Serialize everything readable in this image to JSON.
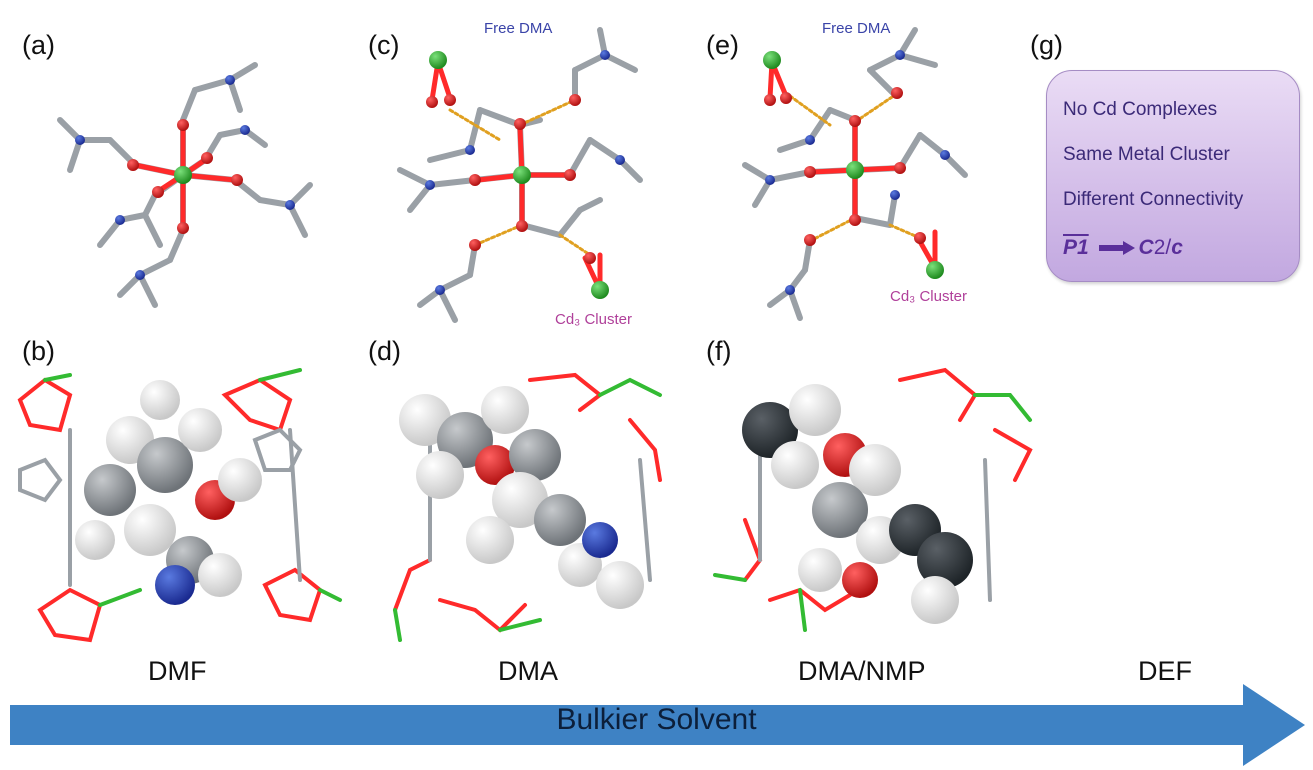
{
  "panels": {
    "a": "(a)",
    "b": "(b)",
    "c": "(c)",
    "d": "(d)",
    "e": "(e)",
    "f": "(f)",
    "g": "(g)"
  },
  "annotations": {
    "free_dma_c": "Free DMA",
    "free_dma_e": "Free DMA",
    "cd3_cluster_c": "Cd₃ Cluster",
    "cd3_cluster_e": "Cd₃ Cluster"
  },
  "solvents": [
    "DMF",
    "DMA",
    "DMA/NMP",
    "DEF"
  ],
  "summary_box": {
    "lines": [
      "No Cd Complexes",
      "Same Metal Cluster",
      "Different Connectivity"
    ],
    "space_group_from": "P1",
    "space_group_to_prefix": "C",
    "space_group_to_number": "2/",
    "space_group_to_suffix": "c"
  },
  "arrow_label": "Bulkier Solvent",
  "colors": {
    "arrow": "#3e82c4",
    "free_dma": "#3a44a8",
    "cd3_cluster": "#b0409a",
    "box_text": "#3b2a78",
    "box_fill": "#d6c3ea",
    "cd_atom": "#33bb33",
    "oxygen": "#e02020",
    "nitrogen": "#2040c0",
    "carbon": "#a0a4a8",
    "hydrogen": "#f4f4f4"
  }
}
